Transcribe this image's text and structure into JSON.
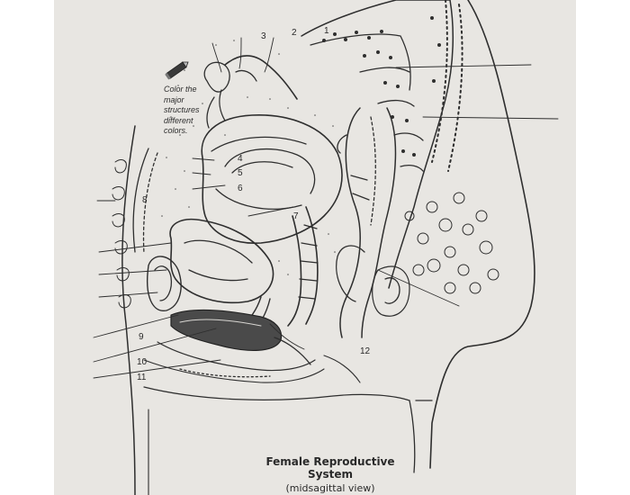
{
  "instruction": {
    "line1": "Color the",
    "line2": "major",
    "line3": "structures",
    "line4": "different",
    "line5": "colors."
  },
  "labels": {
    "l1": "1",
    "l2": "2",
    "l3": "3",
    "l4": "4",
    "l5": "5",
    "l6": "6",
    "l7": "7",
    "l8": "8",
    "l9": "9",
    "l10": "10",
    "l11": "11",
    "l12": "12"
  },
  "caption": {
    "title": "Female Reproductive System",
    "subtitle": "(midsagittal view)"
  },
  "icons": {
    "pencil": "pencil-icon"
  },
  "colors": {
    "paper": "#e8e6e2",
    "ink": "#2a2a2a"
  }
}
